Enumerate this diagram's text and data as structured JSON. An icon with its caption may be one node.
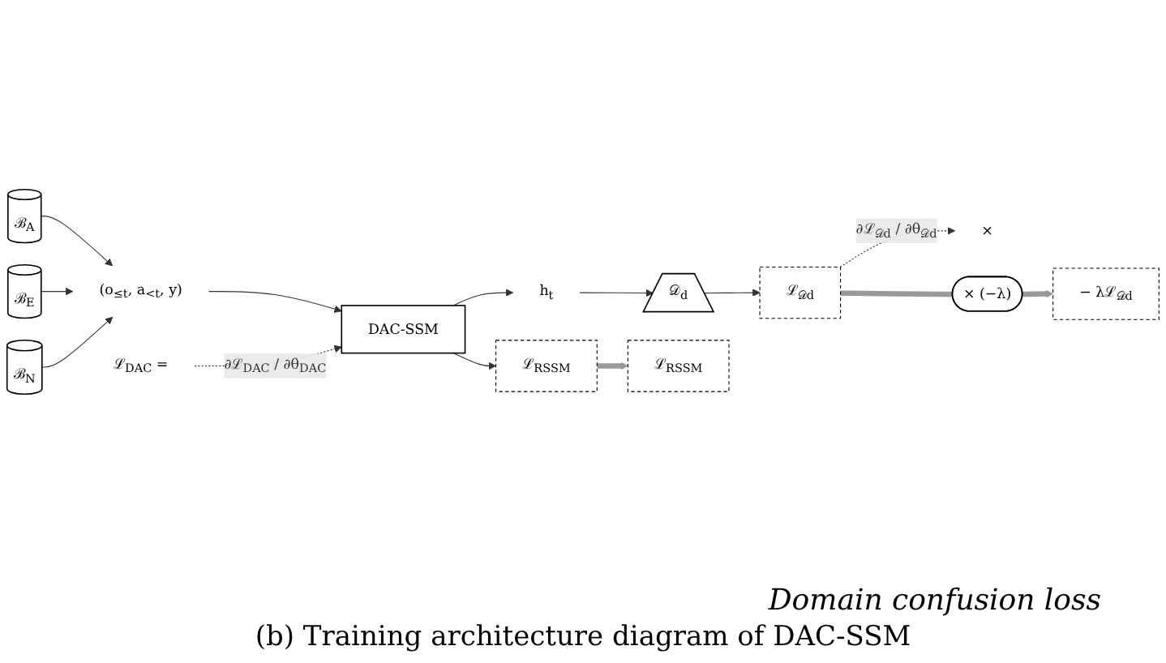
{
  "diagram": {
    "caption": "(b) Training architecture diagram of DAC-SSM",
    "nodes": [
      {
        "text": [
          "ℬ$_{A}$"
        ]
      },
      {
        "text": [
          "ℬ$_{E}$"
        ]
      },
      {
        "text": [
          "ℬ$_{N}$"
        ]
      },
      {
        "text": [
          "(o$_{≤t}$, a$_{<t}$, y)"
        ]
      },
      {
        "text": [
          "DAC-SSM"
        ]
      },
      {
        "text": [
          "h$_{t}$"
        ]
      },
      {
        "text": [
          "𝒟$_{d}$"
        ]
      },
      {
        "text": [
          "ℒ$_{𝒟d}$"
        ]
      },
      {
        "text": [
          "×"
        ]
      },
      {
        "text": [
          "ℒ$_{RSSM}$"
        ]
      },
      {
        "text": [
          "ℒ$_{DAC}$ ="
        ]
      },
      {
        "text": [
          "ℒ$_{RSSM}$"
        ]
      },
      {
        "text": [
          "− λℒ$_{𝒟d}$"
        ]
      },
      {
        "text": [
          "× (−λ)"
        ]
      }
    ],
    "edges": [
      {
        "from": 0,
        "to": 3,
        "arrow": "to"
      },
      {
        "from": 1,
        "to": 3,
        "arrow": "to"
      },
      {
        "from": 2,
        "to": 3,
        "arrow": "to"
      },
      {
        "from": 3,
        "to": 4,
        "arrow": "to"
      },
      {
        "from": 4,
        "to": 5,
        "arrow": "to"
      },
      {
        "from": 5,
        "to": 6,
        "arrow": "to"
      },
      {
        "from": 6,
        "to": 7,
        "arrow": "to"
      },
      {
        "from": 7,
        "to": 8,
        "arrow": "to",
        "style": "dashed",
        "label": "∂ℒ$_{𝒟d}$ / ∂θ$_{𝒟d}$"
      },
      {
        "from": 4,
        "to": 9,
        "arrow": "to"
      },
      {
        "from": 10,
        "to": 4,
        "arrow": "to",
        "style": "dashed",
        "label": "∂ℒ$_{DAC}$ / ∂θ$_{DAC}$"
      },
      {
        "from": 9,
        "to": 11,
        "arrow": "to",
        "style": "thick",
        "color": "#999999"
      },
      {
        "from": 7,
        "to": 13,
        "arrow": "none",
        "style": "thick",
        "color": "#999999"
      },
      {
        "from": 13,
        "to": 12,
        "arrow": "to",
        "style": "thick",
        "color": "#999999"
      }
    ],
    "labels": [
      "Domain confusion loss"
    ]
  }
}
